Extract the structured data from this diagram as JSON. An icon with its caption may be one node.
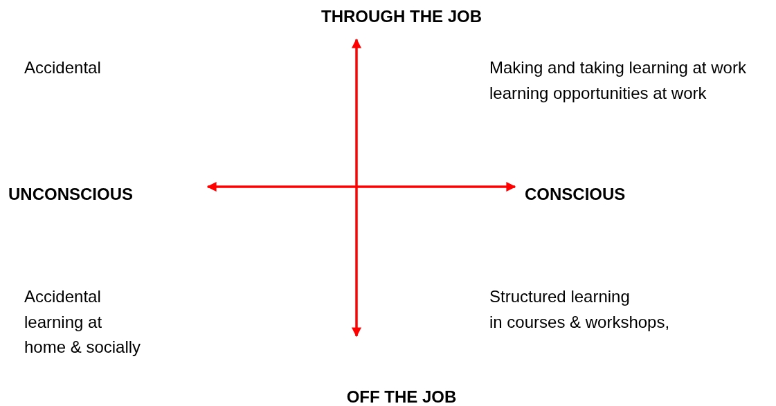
{
  "diagram": {
    "labels": [
      "THROUGH THE JOB",
      "Accidental",
      "Making and taking learning at work",
      "learning opportunities at work",
      "UNCONSCIOUS",
      "CONSCIOUS",
      "Accidental",
      "learning at",
      "home & socially",
      "Structured learning",
      "in courses & workshops,",
      "OFF THE JOB"
    ]
  }
}
